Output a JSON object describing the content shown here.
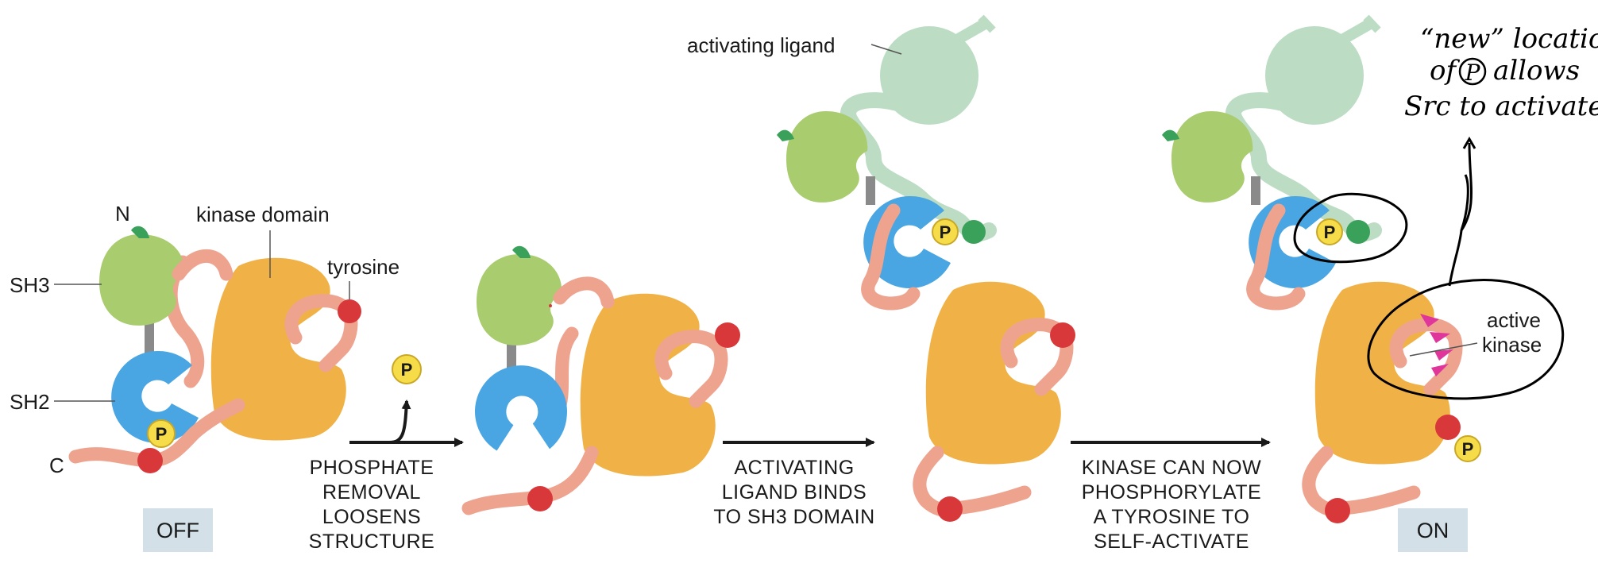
{
  "labels": {
    "n": "N",
    "c": "C",
    "sh3": "SH3",
    "sh2": "SH2",
    "kinase_domain": "kinase domain",
    "tyrosine": "tyrosine",
    "activating_ligand": "activating ligand",
    "active_kinase_line1": "active",
    "active_kinase_line2": "kinase",
    "phosphate": "P"
  },
  "states": {
    "off": "OFF",
    "on": "ON"
  },
  "captions": {
    "step1": [
      "PHOSPHATE",
      "REMOVAL",
      "LOOSENS",
      "STRUCTURE"
    ],
    "step2": [
      "ACTIVATING",
      "LIGAND BINDS",
      "TO SH3 DOMAIN"
    ],
    "step3": [
      "KINASE CAN NOW",
      "PHOSPHORYLATE",
      "A TYROSINE TO",
      "SELF-ACTIVATE"
    ]
  },
  "annotation": {
    "line1": "“new” location",
    "line2_pre": "of",
    "line2_circled": "P",
    "line2_post": "allows",
    "line3": "Src to activate"
  },
  "colors": {
    "sh3": "#a8cc6e",
    "sh2": "#4aa6e2",
    "kinase": "#f0b246",
    "linker": "#eea38f",
    "tyrosine": "#d9383a",
    "phosphate": "#f7dc4a",
    "ligand": "#bcdcc4",
    "ligand_ball": "#3aa15a",
    "n_tab": "#3aa15a",
    "connector": "#8a8a8a",
    "state_box": "#d3e0e8",
    "spikes": "#e0359a"
  }
}
